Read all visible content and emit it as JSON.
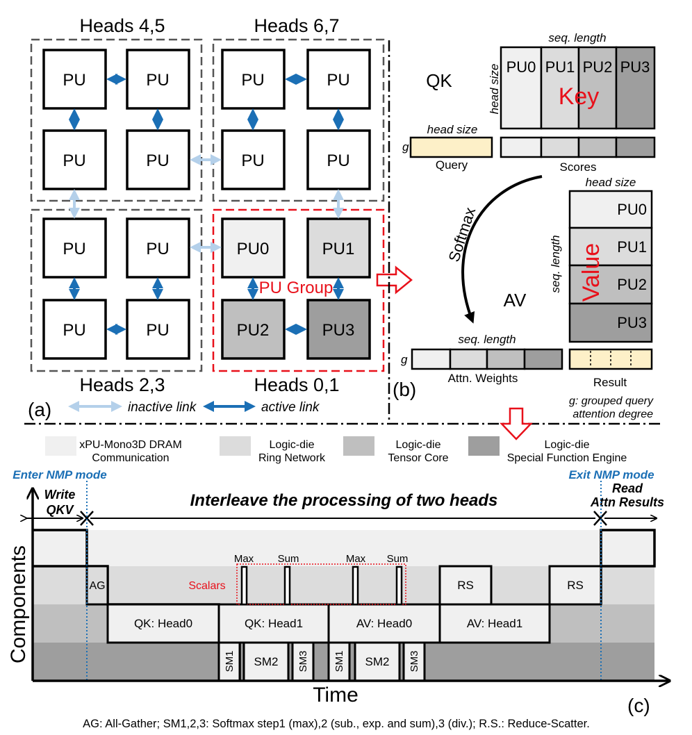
{
  "panel_a": {
    "heads_45": "Heads 4,5",
    "heads_67": "Heads 6,7",
    "heads_23": "Heads 2,3",
    "heads_01": "Heads 0,1",
    "pu": "PU",
    "pu0": "PU0",
    "pu1": "PU1",
    "pu2": "PU2",
    "pu3": "PU3",
    "pu_group": "PU Group",
    "label": "(a)",
    "inactive_link": "inactive link",
    "active_link": "active link"
  },
  "panel_b": {
    "qk": "QK",
    "seq_length": "seq. length",
    "head_size": "head size",
    "pu0": "PU0",
    "pu1": "PU1",
    "pu2": "PU2",
    "pu3": "PU3",
    "key": "Key",
    "g": "g",
    "query": "Query",
    "scores": "Scores",
    "softmax": "Softmax",
    "value": "Value",
    "av": "AV",
    "attn_weights": "Attn. Weights",
    "result": "Result",
    "label": "(b)",
    "footnote_line1": "g: grouped query",
    "footnote_line2": "attention degree"
  },
  "legend": [
    {
      "line1": "xPU-Mono3D DRAM",
      "line2": "Communication",
      "color": "#f0f0f0"
    },
    {
      "line1": "Logic-die",
      "line2": "Ring Network",
      "color": "#dcdcdc"
    },
    {
      "line1": "Logic-die",
      "line2": "Tensor Core",
      "color": "#bfbfbf"
    },
    {
      "line1": "Logic-die",
      "line2": "Special Function Engine",
      "color": "#9e9e9e"
    }
  ],
  "panel_c": {
    "enter_nmp": "Enter NMP mode",
    "exit_nmp": "Exit NMP mode",
    "write_1": "Write",
    "write_2": "QKV",
    "read_1": "Read",
    "read_2": "Attn Results",
    "interleave": "Interleave the processing of two heads",
    "y_axis": "Components",
    "x_axis": "Time",
    "label": "(c)",
    "ag": "AG",
    "scalars": "Scalars",
    "max": "Max",
    "sum": "Sum",
    "rs": "RS",
    "qk_head0": "QK: Head0",
    "qk_head1": "QK: Head1",
    "av_head0": "AV: Head0",
    "av_head1": "AV: Head1",
    "sm1": "SM1",
    "sm2": "SM2",
    "sm3": "SM3"
  },
  "caption": "AG: All-Gather; SM1,2,3: Softmax step1 (max),2 (sub., exp. and sum),3 (div.); R.S.: Reduce-Scatter.",
  "colors": {
    "active_link": "#1b6fb5",
    "inactive_link": "#b4d0ea",
    "highlight": "#e8101a",
    "nmp_line": "#1b6fb5",
    "query_fill": "#fdf0c8"
  }
}
